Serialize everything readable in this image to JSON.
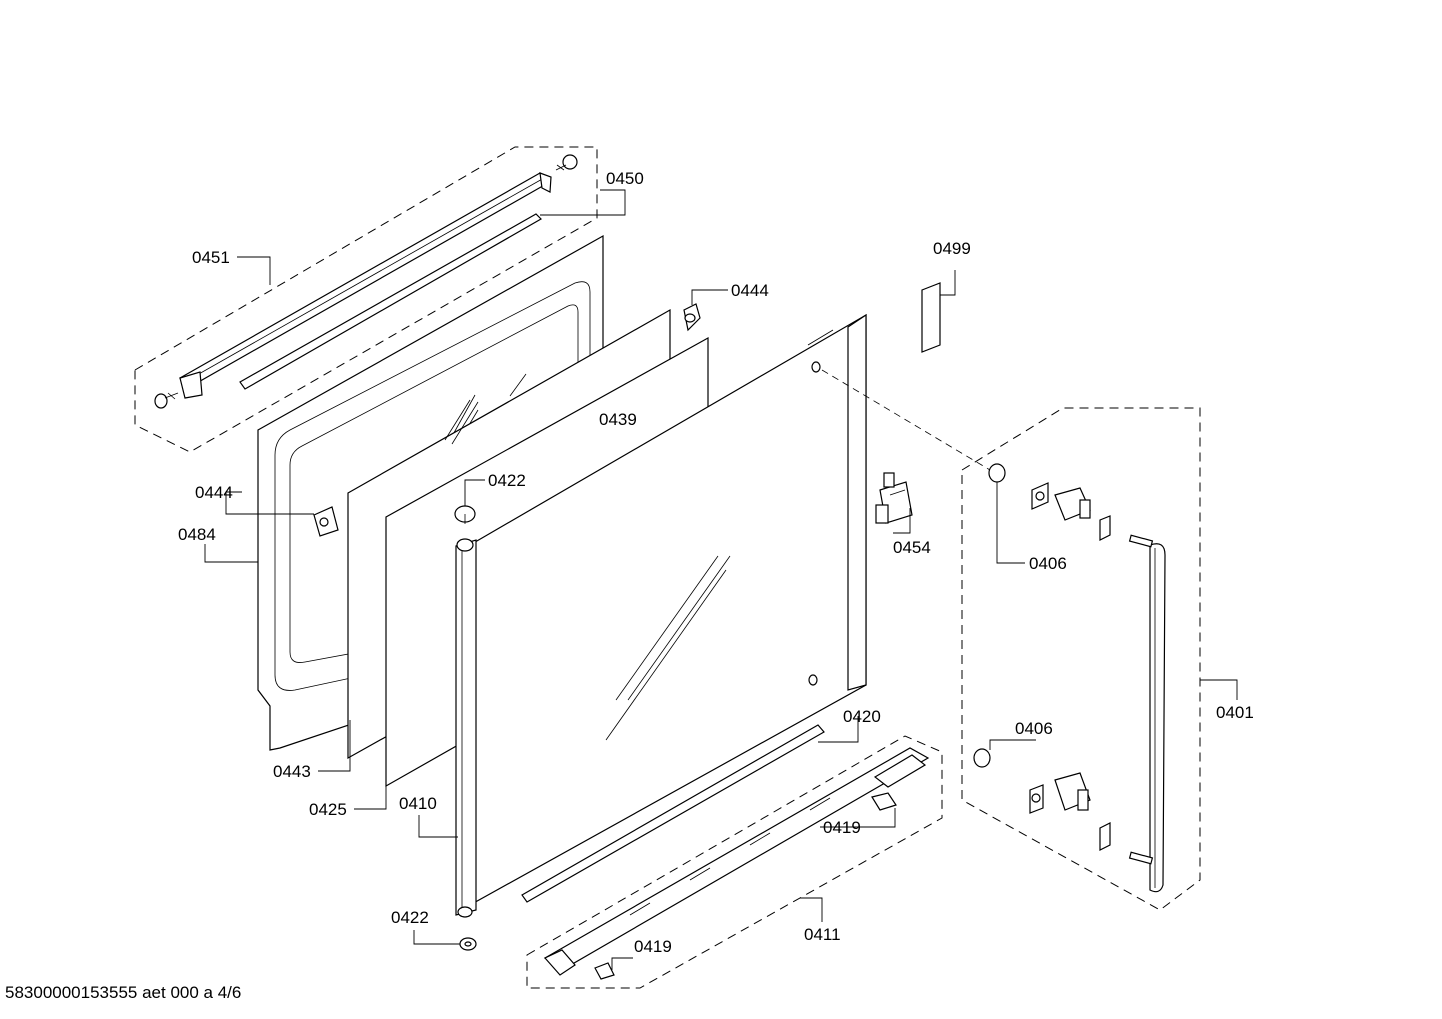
{
  "footer": {
    "document_code": "58300000153555 aet 000 a 4/6"
  },
  "callouts": {
    "c0450": "0450",
    "c0451": "0451",
    "c0444_top": "0444",
    "c0499": "0499",
    "c0439": "0439",
    "c0444_left": "0444",
    "c0422_top": "0422",
    "c0484": "0484",
    "c0454": "0454",
    "c0406_top": "0406",
    "c0401": "0401",
    "c0406_bottom": "0406",
    "c0420": "0420",
    "c0443": "0443",
    "c0419_right": "0419",
    "c0425": "0425",
    "c0410": "0410",
    "c0422_bottom": "0422",
    "c0411": "0411",
    "c0419_bottom": "0419"
  }
}
